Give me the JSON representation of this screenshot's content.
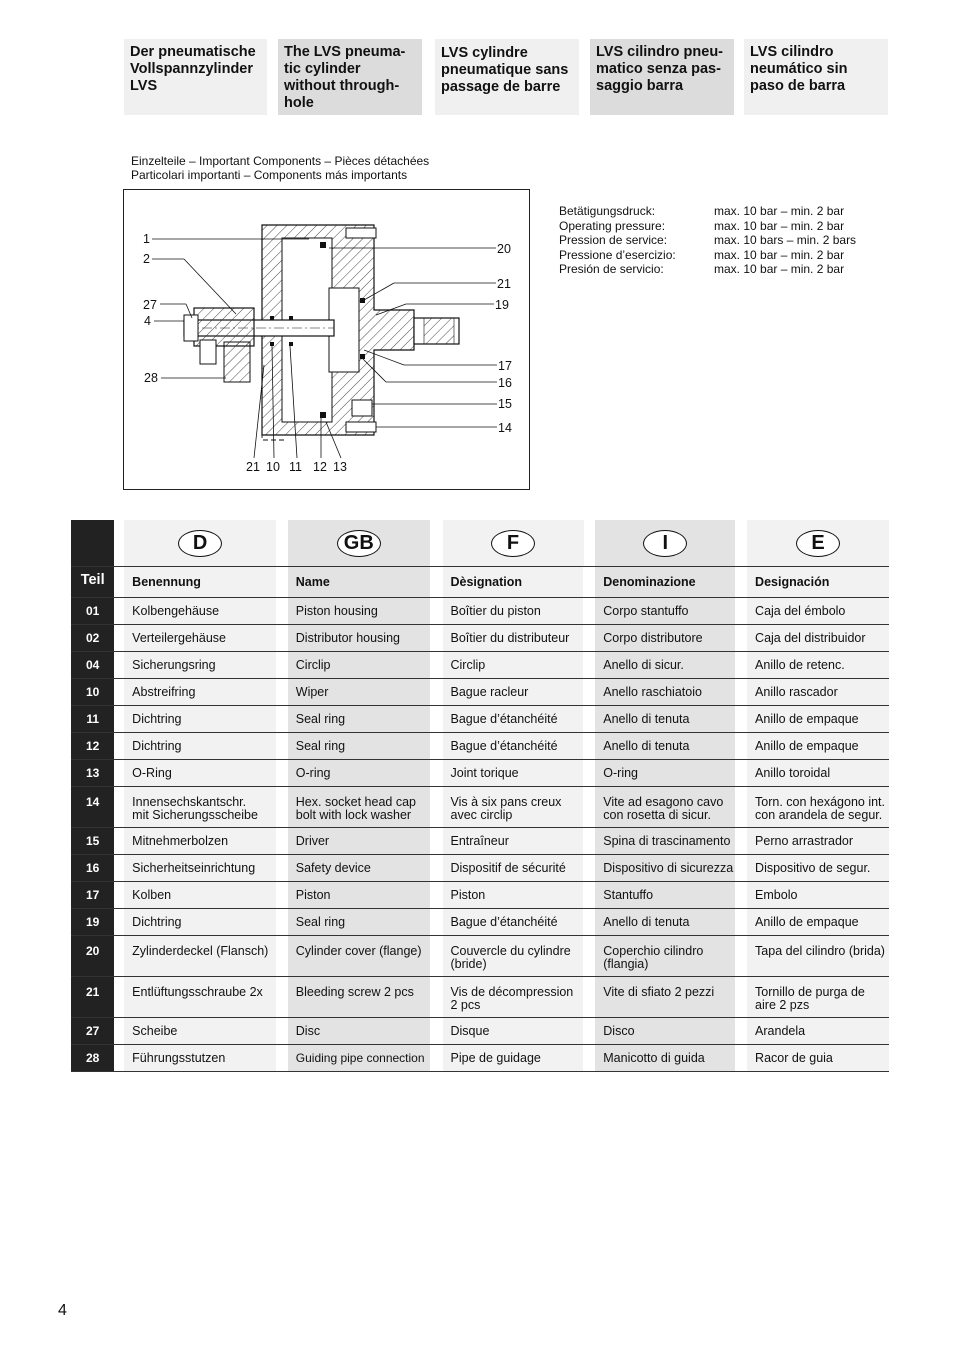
{
  "header_titles": [
    {
      "text": "Der pneumatische Vollspannzylinder LVS",
      "lines": [
        "Der pneumatische",
        "Vollspannzylinder",
        "LVS"
      ]
    },
    {
      "text": "The LVS pneumatic cylinder without through-hole",
      "lines": [
        "The LVS pneuma-",
        "tic cylinder",
        "without through-",
        "hole"
      ]
    },
    {
      "text": "LVS cylindre pneumatique sans passage de barre",
      "lines": [
        "LVS cylindre",
        "pneumatique sans",
        "passage de barre"
      ]
    },
    {
      "text": "LVS cilindro pneumatico senza passaggio barra",
      "lines": [
        "LVS cilindro pneu-",
        "matico senza pas-",
        "saggio barra"
      ]
    },
    {
      "text": "LVS cilindro neumático sin paso de barra",
      "lines": [
        "LVS cilindro",
        "neumático sin",
        "paso de barra"
      ]
    }
  ],
  "caption": {
    "line1": "Einzelteile – Important Components – Pièces détachées",
    "line2": "Particolari importanti – Components más importants"
  },
  "diagram_labels": {
    "left": [
      "1",
      "2",
      "27",
      "4",
      "28"
    ],
    "right": [
      "20",
      "21",
      "19",
      "17",
      "16",
      "15",
      "14"
    ],
    "bottom": [
      "21",
      "10",
      "11",
      "12",
      "13"
    ]
  },
  "pressure": [
    {
      "label": "Betätigungsdruck:",
      "value": "max. 10 bar – min. 2 bar"
    },
    {
      "label": "Operating pressure:",
      "value": "max. 10 bar – min. 2 bar"
    },
    {
      "label": "Pression de service:",
      "value": "max. 10 bars – min. 2 bars"
    },
    {
      "label": "Pressione d’esercizio:",
      "value": "max. 10 bar – min. 2 bar"
    },
    {
      "label": "Presión de servicio:",
      "value": "max. 10 bar – min. 2 bar"
    }
  ],
  "languages": [
    "D",
    "GB",
    "F",
    "I",
    "E"
  ],
  "table_headers": [
    "Teil",
    "Benennung",
    "Name",
    "Dèsignation",
    "Denominazione",
    "Designación"
  ],
  "parts": [
    {
      "no": "01",
      "de": "Kolbengehäuse",
      "en": "Piston housing",
      "fr": "Boîtier du piston",
      "it": "Corpo stantuffo",
      "es": "Caja del émbolo"
    },
    {
      "no": "02",
      "de": "Verteilergehäuse",
      "en": "Distributor housing",
      "fr": "Boîtier du distributeur",
      "it": "Corpo distributore",
      "es": "Caja del distribuidor"
    },
    {
      "no": "04",
      "de": "Sicherungsring",
      "en": "Circlip",
      "fr": "Circlip",
      "it": "Anello di sicur.",
      "es": "Anillo de retenc."
    },
    {
      "no": "10",
      "de": "Abstreifring",
      "en": "Wiper",
      "fr": "Bague racleur",
      "it": "Anello raschiatoio",
      "es": "Anillo rascador"
    },
    {
      "no": "11",
      "de": "Dichtring",
      "en": "Seal ring",
      "fr": "Bague d’étanchéité",
      "it": "Anello di tenuta",
      "es": "Anillo de empaque"
    },
    {
      "no": "12",
      "de": "Dichtring",
      "en": "Seal ring",
      "fr": "Bague d’étanchéité",
      "it": "Anello di tenuta",
      "es": "Anillo de empaque"
    },
    {
      "no": "13",
      "de": "O-Ring",
      "en": "O-ring",
      "fr": "Joint torique",
      "it": "O-ring",
      "es": "Anillo toroidal"
    },
    {
      "no": "14",
      "de": "Innensechskantschr. mit Sicherungsscheibe",
      "en": "Hex. socket head cap bolt with lock washer",
      "fr": "Vis à six pans creux avec circlip",
      "it": "Vite ad esagono cavo con rosetta di sicur.",
      "es": "Torn. con hexágono int. con arandela de segur.",
      "de_lines": [
        "Innensechskantschr.",
        "mit Sicherungsscheibe"
      ],
      "en_lines": [
        "Hex. socket head cap",
        "bolt with lock washer"
      ],
      "fr_lines": [
        "Vis à six pans creux",
        "avec circlip"
      ],
      "it_lines": [
        "Vite ad esagono cavo",
        "con rosetta di sicur."
      ],
      "es_lines": [
        "Torn. con hexágono int.",
        "con arandela de segur."
      ]
    },
    {
      "no": "15",
      "de": "Mitnehmerbolzen",
      "en": "Driver",
      "fr": "Entraîneur",
      "it": "Spina di trascinamento",
      "es": "Perno arrastrador"
    },
    {
      "no": "16",
      "de": "Sicherheitseinrichtung",
      "en": "Safety device",
      "fr": "Dispositif de sécurité",
      "it": "Dispositivo di sicurezza",
      "es": "Dispositivo de segur."
    },
    {
      "no": "17",
      "de": "Kolben",
      "en": "Piston",
      "fr": "Piston",
      "it": "Stantuffo",
      "es": "Embolo"
    },
    {
      "no": "19",
      "de": "Dichtring",
      "en": "Seal ring",
      "fr": "Bague d’étanchéité",
      "it": "Anello di tenuta",
      "es": "Anillo de empaque"
    },
    {
      "no": "20",
      "de": "Zylinderdeckel (Flansch)",
      "en": "Cylinder cover (flange)",
      "fr": "Couvercle du cylindre (bride)",
      "it": "Coperchio cilindro (flangia)",
      "es": "Tapa del cilindro (brida)",
      "fr_lines": [
        "Couvercle du cylindre",
        "(bride)"
      ],
      "it_lines": [
        "Coperchio cilindro",
        "(flangia)"
      ]
    },
    {
      "no": "21",
      "de": "Entlüftungsschraube 2x",
      "en": "Bleeding screw 2 pcs",
      "fr": "Vis de décompression 2 pcs",
      "it": "Vite di sfiato 2 pezzi",
      "es": "Tornillo de purga de aire 2 pzs",
      "fr_lines": [
        "Vis de décompression",
        "2 pcs"
      ],
      "es_lines": [
        "Tornillo de purga de",
        "aire 2 pzs"
      ]
    },
    {
      "no": "27",
      "de": "Scheibe",
      "en": "Disc",
      "fr": "Disque",
      "it": "Disco",
      "es": "Arandela"
    },
    {
      "no": "28",
      "de": "Führungsstutzen",
      "en": "Guiding pipe connection",
      "fr": "Pipe de guidage",
      "it": "Manicotto di guida",
      "es": "Racor de guia"
    }
  ],
  "page_number": "4"
}
